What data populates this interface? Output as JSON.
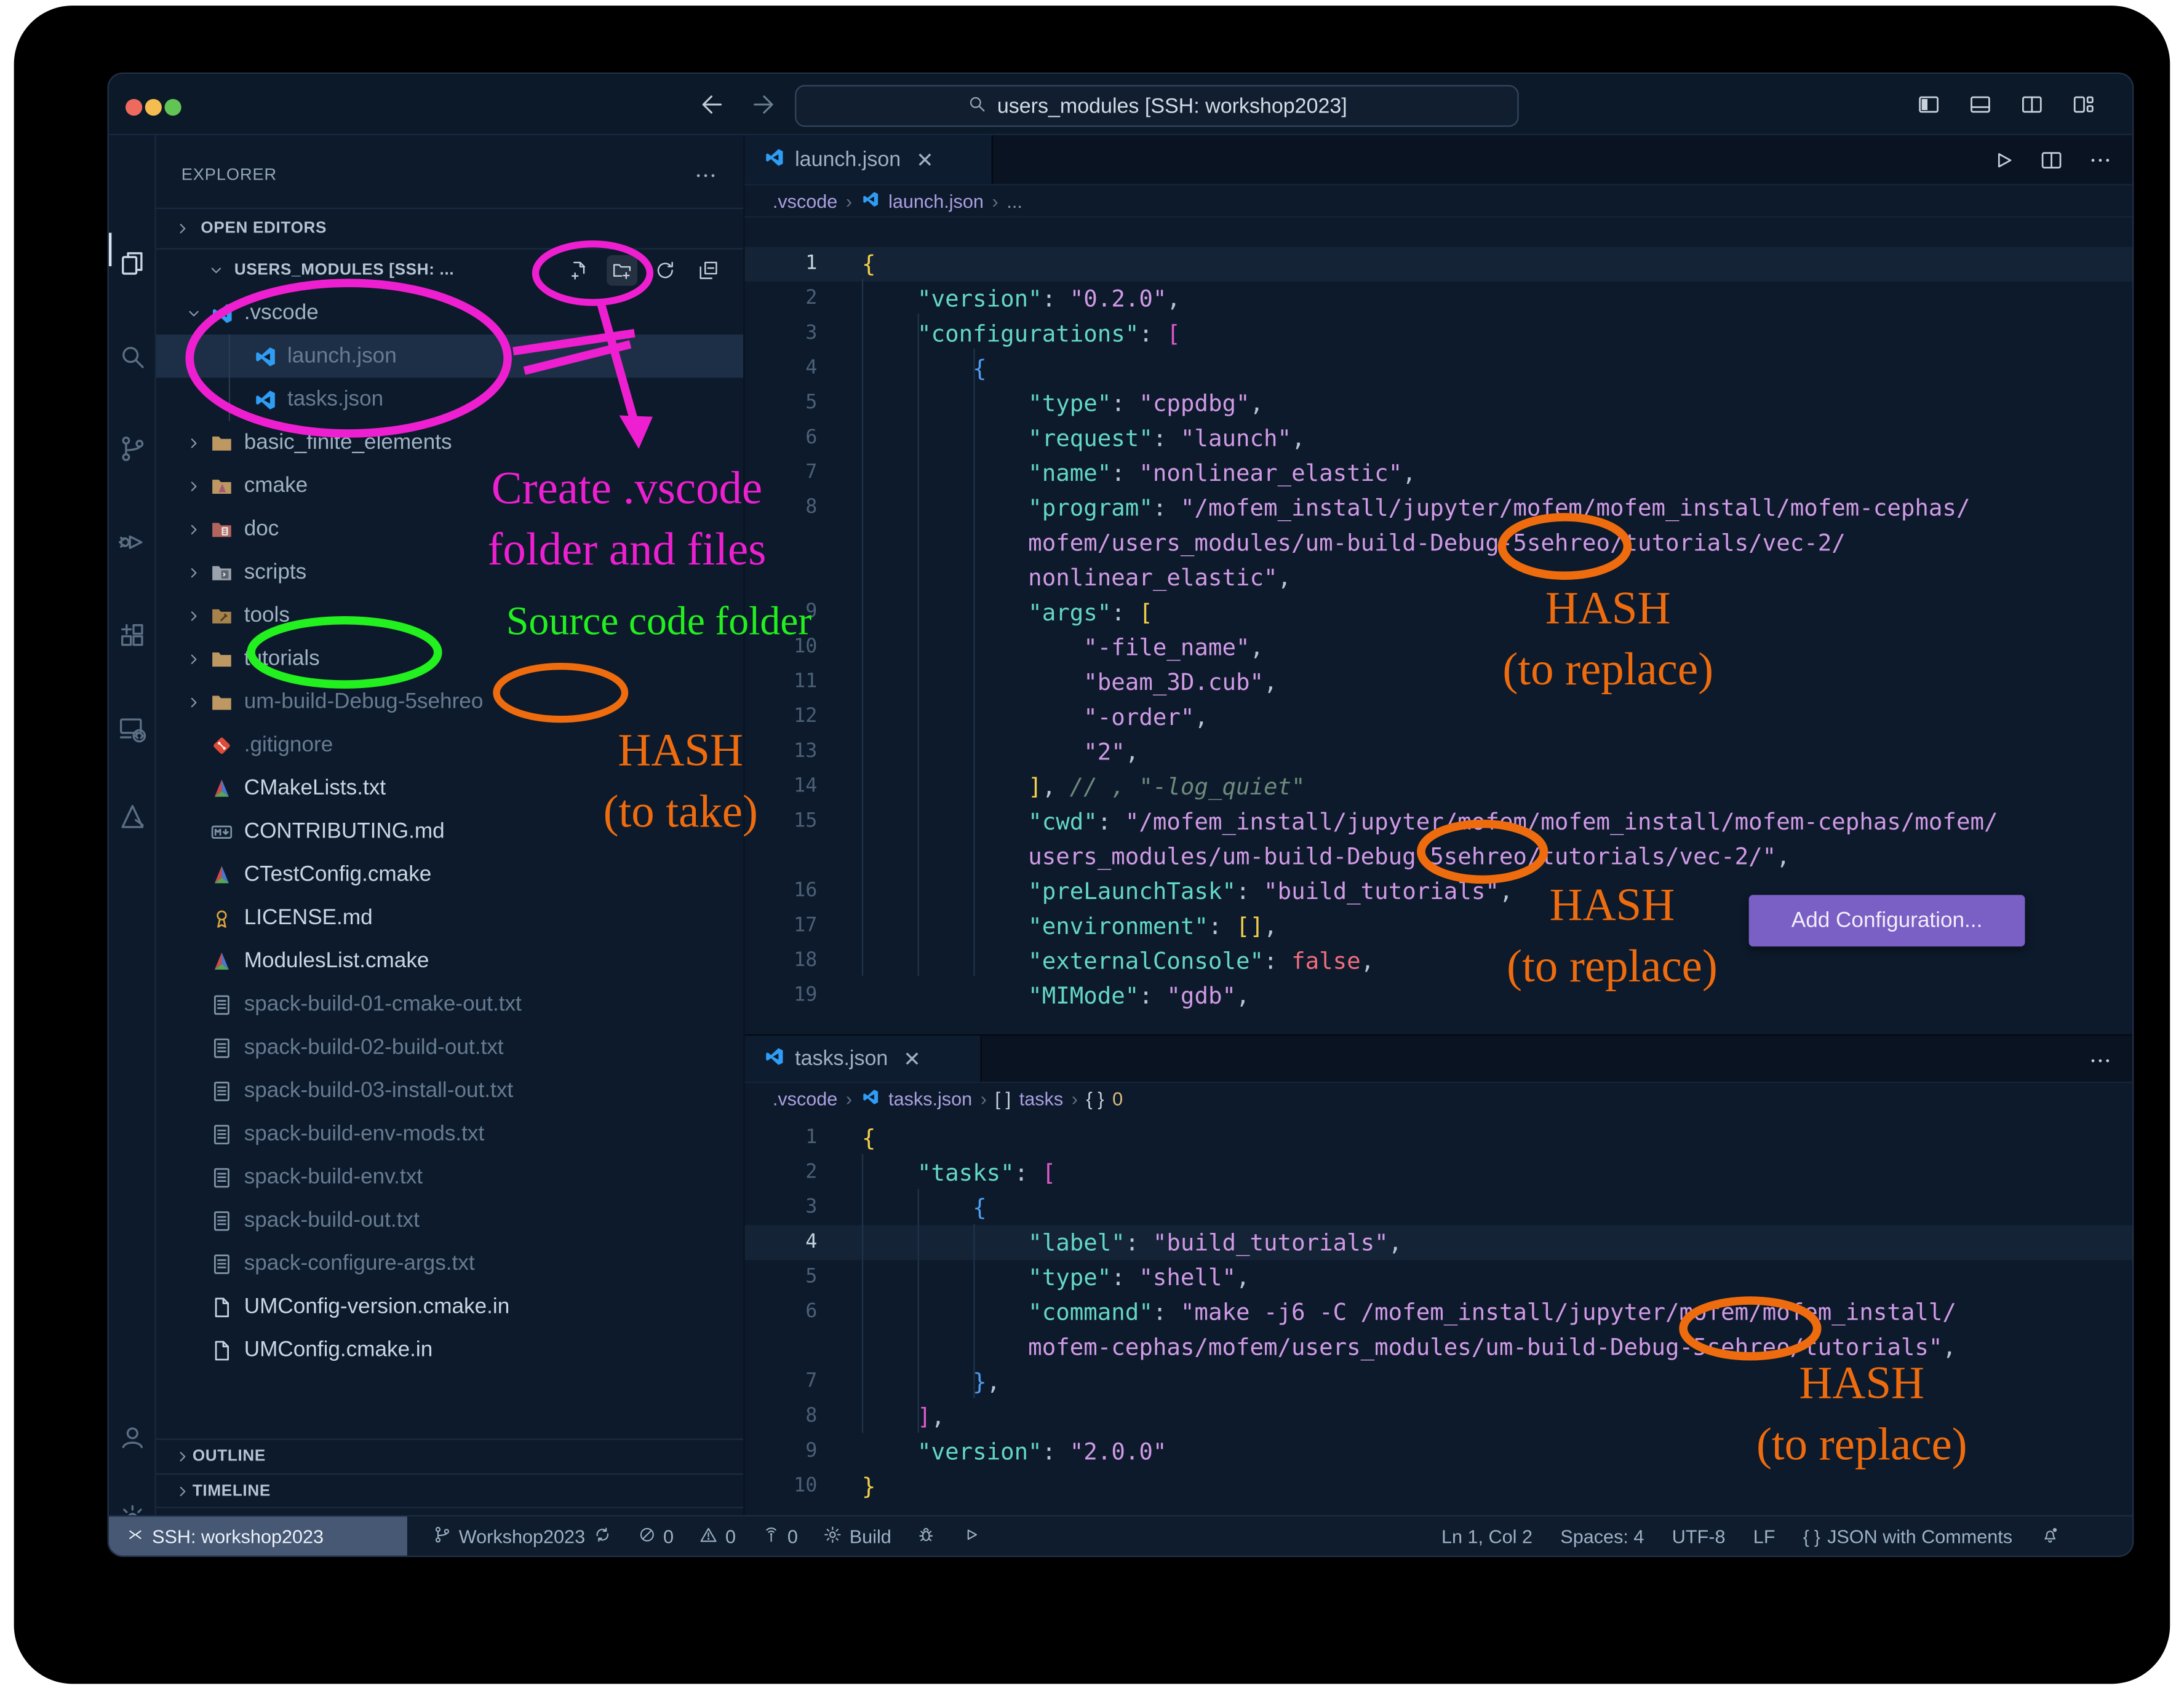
{
  "theme": {
    "page_bg": "#ffffff",
    "card_bg": "#000000",
    "window_bg": "#0d1a2b",
    "accent_blue": "#2f9df4",
    "button_purple": "#7a5fc4",
    "selection_bg": "#1d2f47",
    "traffic_red": "#ee6a5f",
    "traffic_yellow": "#f5bd4f",
    "traffic_green": "#61c454",
    "token_key": "#63d7c7",
    "token_string": "#d09ae6",
    "token_yellow": "#f2cf4a",
    "token_pink": "#df59c8",
    "token_blue": "#4e9df0",
    "token_comment": "#6d8a7c",
    "token_false": "#ef6e7e",
    "annotation_magenta": "#ee1fd1",
    "annotation_green": "#22f01f",
    "annotation_orange": "#ef6c0e"
  },
  "title_bar": {
    "title": "users_modules [SSH: workshop2023]",
    "window_icons": [
      "layout-sidebar",
      "layout-panel",
      "layout-split",
      "layout-custom"
    ]
  },
  "activity_bar": {
    "top": [
      {
        "name": "explorer",
        "icon": "files",
        "active": true
      },
      {
        "name": "search",
        "icon": "search"
      },
      {
        "name": "source-control",
        "icon": "branch-big"
      },
      {
        "name": "run-debug",
        "icon": "debug"
      },
      {
        "name": "extensions",
        "icon": "extensions"
      },
      {
        "name": "remote-explorer",
        "icon": "remote"
      },
      {
        "name": "cmake-tools",
        "icon": "cmake-tool"
      }
    ],
    "bottom": [
      {
        "name": "accounts",
        "icon": "account"
      },
      {
        "name": "settings",
        "icon": "gear"
      }
    ]
  },
  "sidebar": {
    "title": "EXPLORER",
    "sections": {
      "open_editors": "OPEN EDITORS",
      "root": "USERS_MODULES [SSH: ...",
      "outline": "OUTLINE",
      "timeline": "TIMELINE"
    },
    "root_actions": [
      "new-file",
      "new-folder",
      "refresh",
      "collapse-all"
    ],
    "tree": [
      {
        "label": ".vscode",
        "icon": "vscode",
        "depth": 1,
        "chevron": "down",
        "tone": ""
      },
      {
        "label": "launch.json",
        "icon": "vscode",
        "depth": 2,
        "selected": true,
        "tone": "dim"
      },
      {
        "label": "tasks.json",
        "icon": "vscode",
        "depth": 2,
        "tone": "dim"
      },
      {
        "label": "basic_finite_elements",
        "icon": "folder",
        "depth": 1,
        "chevron": "right",
        "tone": ""
      },
      {
        "label": "cmake",
        "icon": "folder-cmake",
        "depth": 1,
        "chevron": "right",
        "tone": ""
      },
      {
        "label": "doc",
        "icon": "folder-doc",
        "depth": 1,
        "chevron": "right",
        "tone": ""
      },
      {
        "label": "scripts",
        "icon": "folder-scripts",
        "depth": 1,
        "chevron": "right",
        "tone": ""
      },
      {
        "label": "tools",
        "icon": "folder-tools",
        "depth": 1,
        "chevron": "right",
        "tone": ""
      },
      {
        "label": "tutorials",
        "icon": "folder",
        "depth": 1,
        "chevron": "right",
        "tone": ""
      },
      {
        "label": "um-build-Debug-5sehreo",
        "icon": "folder",
        "depth": 1,
        "chevron": "right",
        "tone": "dim"
      },
      {
        "label": ".gitignore",
        "icon": "git",
        "depth": 1,
        "tone": "dim"
      },
      {
        "label": "CMakeLists.txt",
        "icon": "cmake",
        "depth": 1,
        "tone": "bright"
      },
      {
        "label": "CONTRIBUTING.md",
        "icon": "md",
        "depth": 1,
        "tone": "bright"
      },
      {
        "label": "CTestConfig.cmake",
        "icon": "cmake",
        "depth": 1,
        "tone": "bright"
      },
      {
        "label": "LICENSE.md",
        "icon": "license",
        "depth": 1,
        "tone": "bright"
      },
      {
        "label": "ModulesList.cmake",
        "icon": "cmake",
        "depth": 1,
        "tone": "bright"
      },
      {
        "label": "spack-build-01-cmake-out.txt",
        "icon": "txt",
        "depth": 1,
        "tone": "dim"
      },
      {
        "label": "spack-build-02-build-out.txt",
        "icon": "txt",
        "depth": 1,
        "tone": "dim"
      },
      {
        "label": "spack-build-03-install-out.txt",
        "icon": "txt",
        "depth": 1,
        "tone": "dim"
      },
      {
        "label": "spack-build-env-mods.txt",
        "icon": "txt",
        "depth": 1,
        "tone": "dim"
      },
      {
        "label": "spack-build-env.txt",
        "icon": "txt",
        "depth": 1,
        "tone": "dim"
      },
      {
        "label": "spack-build-out.txt",
        "icon": "txt",
        "depth": 1,
        "tone": "dim"
      },
      {
        "label": "spack-configure-args.txt",
        "icon": "txt",
        "depth": 1,
        "tone": "dim"
      },
      {
        "label": "UMConfig-version.cmake.in",
        "icon": "file",
        "depth": 1,
        "tone": "bright"
      },
      {
        "label": "UMConfig.cmake.in",
        "icon": "file",
        "depth": 1,
        "tone": "bright"
      }
    ]
  },
  "editors": [
    {
      "tab": "launch.json",
      "breadcrumb": [
        {
          "text": ".vscode"
        },
        {
          "text": "launch.json",
          "icon": true
        },
        {
          "text": "...",
          "dim": true
        }
      ],
      "actions": [
        "run",
        "split-editor",
        "more-actions"
      ],
      "lines": [
        {
          "n": "1",
          "active": true,
          "seg": [
            [
              "{",
              "y"
            ]
          ]
        },
        {
          "n": "2",
          "seg": [
            [
              "    ",
              "pl"
            ],
            [
              "\"version\"",
              "k"
            ],
            [
              ": ",
              "p"
            ],
            [
              "\"0.2.0\"",
              "s"
            ],
            [
              ",",
              "p"
            ]
          ]
        },
        {
          "n": "3",
          "seg": [
            [
              "    ",
              "pl"
            ],
            [
              "\"configurations\"",
              "k"
            ],
            [
              ": ",
              "p"
            ],
            [
              "[",
              "m"
            ]
          ]
        },
        {
          "n": "4",
          "seg": [
            [
              "        ",
              "pl"
            ],
            [
              "{",
              "b"
            ]
          ]
        },
        {
          "n": "5",
          "seg": [
            [
              "            ",
              "pl"
            ],
            [
              "\"type\"",
              "k"
            ],
            [
              ": ",
              "p"
            ],
            [
              "\"cppdbg\"",
              "s"
            ],
            [
              ",",
              "p"
            ]
          ]
        },
        {
          "n": "6",
          "seg": [
            [
              "            ",
              "pl"
            ],
            [
              "\"request\"",
              "k"
            ],
            [
              ": ",
              "p"
            ],
            [
              "\"launch\"",
              "s"
            ],
            [
              ",",
              "p"
            ]
          ]
        },
        {
          "n": "7",
          "seg": [
            [
              "            ",
              "pl"
            ],
            [
              "\"name\"",
              "k"
            ],
            [
              ": ",
              "p"
            ],
            [
              "\"nonlinear_elastic\"",
              "s"
            ],
            [
              ",",
              "p"
            ]
          ]
        },
        {
          "n": "8",
          "seg": [
            [
              "            ",
              "pl"
            ],
            [
              "\"program\"",
              "k"
            ],
            [
              ": ",
              "p"
            ],
            [
              "\"/mofem_install/jupyter/mofem/mofem_install/mofem-cephas/",
              "s"
            ]
          ]
        },
        {
          "n": "",
          "seg": [
            [
              "            ",
              "pl"
            ],
            [
              "mofem/users_modules/um-build-Debug-5sehreo/tutorials/vec-2/",
              "s"
            ]
          ]
        },
        {
          "n": "",
          "seg": [
            [
              "            ",
              "pl"
            ],
            [
              "nonlinear_elastic\"",
              "s"
            ],
            [
              ",",
              "p"
            ]
          ]
        },
        {
          "n": "9",
          "seg": [
            [
              "            ",
              "pl"
            ],
            [
              "\"args\"",
              "k"
            ],
            [
              ": ",
              "p"
            ],
            [
              "[",
              "y"
            ]
          ]
        },
        {
          "n": "10",
          "seg": [
            [
              "                ",
              "pl"
            ],
            [
              "\"-file_name\"",
              "s"
            ],
            [
              ",",
              "p"
            ]
          ]
        },
        {
          "n": "11",
          "seg": [
            [
              "                ",
              "pl"
            ],
            [
              "\"beam_3D.cub\"",
              "s"
            ],
            [
              ",",
              "p"
            ]
          ]
        },
        {
          "n": "12",
          "seg": [
            [
              "                ",
              "pl"
            ],
            [
              "\"-order\"",
              "s"
            ],
            [
              ",",
              "p"
            ]
          ]
        },
        {
          "n": "13",
          "seg": [
            [
              "                ",
              "pl"
            ],
            [
              "\"2\"",
              "s"
            ],
            [
              ",",
              "p"
            ]
          ]
        },
        {
          "n": "14",
          "seg": [
            [
              "            ",
              "pl"
            ],
            [
              "]",
              "y"
            ],
            [
              ", ",
              "p"
            ],
            [
              "// , \"-log_quiet\"",
              "c"
            ]
          ]
        },
        {
          "n": "15",
          "seg": [
            [
              "            ",
              "pl"
            ],
            [
              "\"cwd\"",
              "k"
            ],
            [
              ": ",
              "p"
            ],
            [
              "\"/mofem_install/jupyter/mofem/mofem_install/mofem-cephas/mofem/",
              "s"
            ]
          ]
        },
        {
          "n": "",
          "seg": [
            [
              "            ",
              "pl"
            ],
            [
              "users_modules/um-build-Debug-5sehreo/tutorials/vec-2/\"",
              "s"
            ],
            [
              ",",
              "p"
            ]
          ]
        },
        {
          "n": "16",
          "seg": [
            [
              "            ",
              "pl"
            ],
            [
              "\"preLaunchTask\"",
              "k"
            ],
            [
              ": ",
              "p"
            ],
            [
              "\"build_tutorials\"",
              "s"
            ],
            [
              ",",
              "p"
            ]
          ]
        },
        {
          "n": "17",
          "seg": [
            [
              "            ",
              "pl"
            ],
            [
              "\"environment\"",
              "k"
            ],
            [
              ": ",
              "p"
            ],
            [
              "[]",
              "y"
            ],
            [
              ",",
              "p"
            ]
          ]
        },
        {
          "n": "18",
          "seg": [
            [
              "            ",
              "pl"
            ],
            [
              "\"externalConsole\"",
              "k"
            ],
            [
              ": ",
              "p"
            ],
            [
              "false",
              "f"
            ],
            [
              ",",
              "p"
            ]
          ]
        },
        {
          "n": "19",
          "seg": [
            [
              "            ",
              "pl"
            ],
            [
              "\"MIMode\"",
              "k"
            ],
            [
              ": ",
              "p"
            ],
            [
              "\"gdb\"",
              "s"
            ],
            [
              ",",
              "p"
            ]
          ]
        }
      ]
    },
    {
      "tab": "tasks.json",
      "breadcrumb": [
        {
          "text": ".vscode"
        },
        {
          "text": "tasks.json",
          "icon": true
        },
        {
          "sym": "[ ]",
          "text": "tasks"
        },
        {
          "sym": "{ }",
          "text": "0",
          "num": true
        }
      ],
      "actions": [
        "more-actions"
      ],
      "lines": [
        {
          "n": "1",
          "seg": [
            [
              "{",
              "y"
            ]
          ]
        },
        {
          "n": "2",
          "seg": [
            [
              "    ",
              "pl"
            ],
            [
              "\"tasks\"",
              "k"
            ],
            [
              ": ",
              "p"
            ],
            [
              "[",
              "m"
            ]
          ]
        },
        {
          "n": "3",
          "seg": [
            [
              "        ",
              "pl"
            ],
            [
              "{",
              "b"
            ]
          ]
        },
        {
          "n": "4",
          "active": true,
          "seg": [
            [
              "            ",
              "pl"
            ],
            [
              "\"label\"",
              "k"
            ],
            [
              ": ",
              "p"
            ],
            [
              "\"build_tutorials\"",
              "s"
            ],
            [
              ",",
              "p"
            ]
          ]
        },
        {
          "n": "5",
          "seg": [
            [
              "            ",
              "pl"
            ],
            [
              "\"type\"",
              "k"
            ],
            [
              ": ",
              "p"
            ],
            [
              "\"shell\"",
              "s"
            ],
            [
              ",",
              "p"
            ]
          ]
        },
        {
          "n": "6",
          "seg": [
            [
              "            ",
              "pl"
            ],
            [
              "\"command\"",
              "k"
            ],
            [
              ": ",
              "p"
            ],
            [
              "\"make -j6 -C /mofem_install/jupyter/mofem/mofem_install/",
              "s"
            ]
          ]
        },
        {
          "n": "",
          "seg": [
            [
              "            ",
              "pl"
            ],
            [
              "mofem-cephas/mofem/users_modules/um-build-Debug-5sehreo/tutorials\"",
              "s"
            ],
            [
              ",",
              "p"
            ]
          ]
        },
        {
          "n": "7",
          "seg": [
            [
              "        ",
              "pl"
            ],
            [
              "}",
              "b"
            ],
            [
              ",",
              "p"
            ]
          ]
        },
        {
          "n": "8",
          "seg": [
            [
              "    ",
              "pl"
            ],
            [
              "]",
              "m"
            ],
            [
              ",",
              "p"
            ]
          ]
        },
        {
          "n": "9",
          "seg": [
            [
              "    ",
              "pl"
            ],
            [
              "\"version\"",
              "k"
            ],
            [
              ": ",
              "p"
            ],
            [
              "\"2.0.0\"",
              "s"
            ]
          ]
        },
        {
          "n": "10",
          "seg": [
            [
              "}",
              "y"
            ]
          ]
        }
      ]
    }
  ],
  "add_configuration_label": "Add Configuration...",
  "status_bar": {
    "left": [
      {
        "icon": "remote-status",
        "label": "SSH: workshop2023",
        "kind": "remote",
        "name": "remote-indicator"
      },
      {
        "icon": "branch",
        "label": "Workshop2023",
        "icon_after": "sync",
        "name": "git-branch"
      },
      {
        "icon": "error",
        "label": "0",
        "name": "errors"
      },
      {
        "icon": "warning",
        "label": "0",
        "name": "warnings"
      },
      {
        "icon": "tower",
        "label": "0",
        "name": "ports"
      },
      {
        "icon": "gear-small",
        "label": "Build",
        "name": "cmake-build-target"
      },
      {
        "icon": "bug",
        "label": "",
        "name": "debug-status"
      },
      {
        "icon": "play",
        "label": "",
        "name": "run-status"
      }
    ],
    "right": [
      {
        "label": "Ln 1, Col 2",
        "name": "cursor-position"
      },
      {
        "label": "Spaces: 4",
        "name": "indentation"
      },
      {
        "label": "UTF-8",
        "name": "encoding"
      },
      {
        "label": "LF",
        "name": "eol"
      },
      {
        "icon": "braces",
        "label": "JSON with Comments",
        "name": "language-mode"
      },
      {
        "icon": "bell",
        "label": "",
        "name": "notifications"
      }
    ]
  },
  "annotations": {
    "create_vscode_line1": "Create .vscode",
    "create_vscode_line2": "folder and files",
    "source_code_folder": "Source code folder",
    "hash_take_line1": "HASH",
    "hash_take_line2": "(to take)",
    "hash_replace_line1": "HASH",
    "hash_replace_line2": "(to replace)"
  }
}
